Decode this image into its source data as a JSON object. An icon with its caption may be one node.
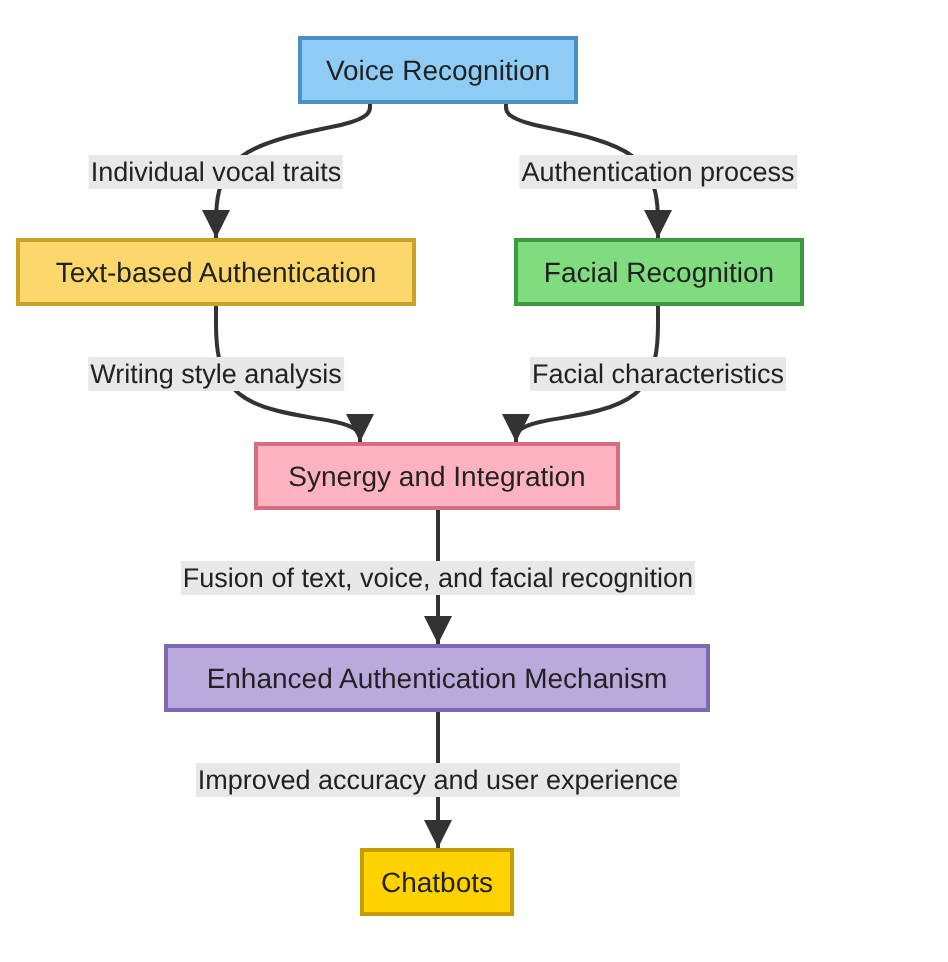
{
  "diagram": {
    "nodes": [
      {
        "text": [
          "Voice Recognition"
        ]
      },
      {
        "text": [
          "Text-based Authentication"
        ]
      },
      {
        "text": [
          "Facial Recognition"
        ]
      },
      {
        "text": [
          "Synergy and Integration"
        ]
      },
      {
        "text": [
          "Enhanced Authentication Mechanism"
        ]
      },
      {
        "text": [
          "Chatbots"
        ]
      }
    ],
    "edges": [
      {
        "from": 0,
        "to": 1,
        "arrow": "to",
        "label": "Individual vocal traits"
      },
      {
        "from": 0,
        "to": 2,
        "arrow": "to",
        "label": "Authentication process"
      },
      {
        "from": 1,
        "to": 3,
        "arrow": "to",
        "label": "Writing style analysis"
      },
      {
        "from": 2,
        "to": 3,
        "arrow": "to",
        "label": "Facial characteristics"
      },
      {
        "from": 3,
        "to": 4,
        "arrow": "to",
        "label": "Fusion of text, voice, and facial recognition"
      },
      {
        "from": 4,
        "to": 5,
        "arrow": "to",
        "label": "Improved accuracy and user experience"
      }
    ]
  }
}
